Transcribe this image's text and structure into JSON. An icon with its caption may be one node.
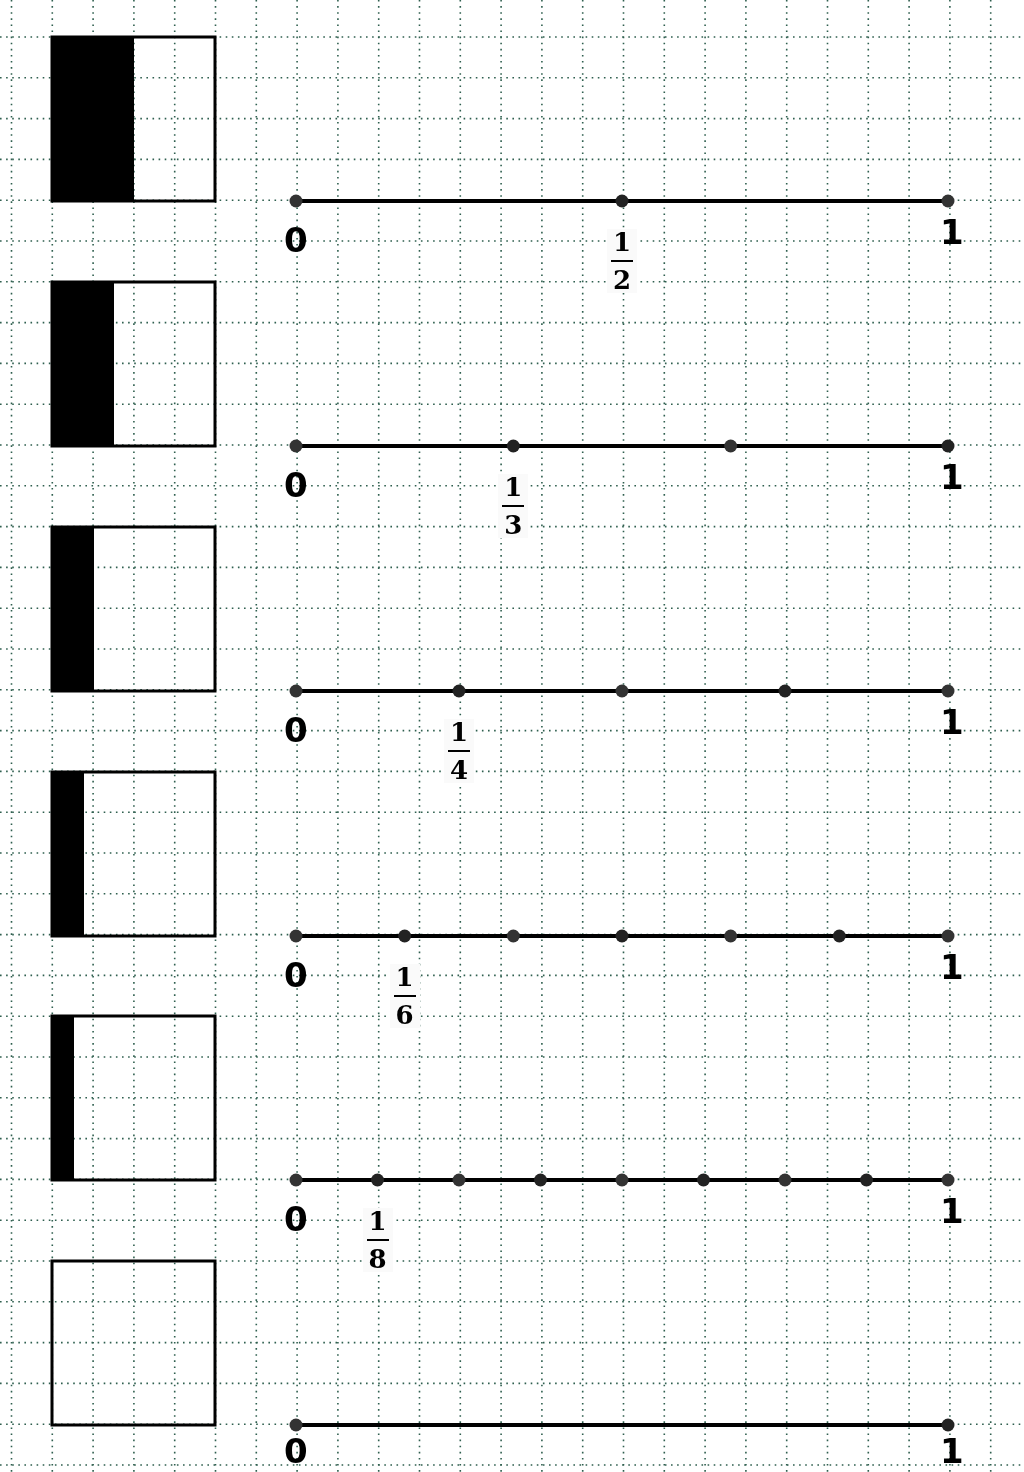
{
  "diagram": {
    "labels": [
      "0",
      "1",
      "2",
      "1",
      "0",
      "1",
      "3",
      "1",
      "0",
      "1",
      "4",
      "1",
      "0",
      "1",
      "6",
      "1",
      "0",
      "1",
      "8",
      "1",
      "0",
      "1"
    ]
  }
}
